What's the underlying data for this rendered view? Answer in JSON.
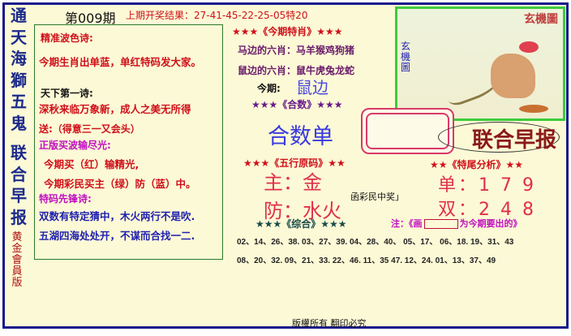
{
  "side_title_chars": [
    "通",
    "天",
    "海",
    "獅",
    "五",
    "鬼",
    "联",
    "合",
    "早",
    "报"
  ],
  "side_subtitle": "黄金會員版",
  "header": {
    "issue": "第009期",
    "last_result": "上期开奖结果：27-41-45-22-25-05特20"
  },
  "left_panel": {
    "poem1_title": "精准波色诗:",
    "poem1_text": "今期生肖出单蓝，单红特码发大家。",
    "poem2_title": "天下第一诗:",
    "poem2_line1": "深秋来临万象新，成人之美无所得",
    "poem2_line2": "送:（得意三一又会头）",
    "poem3_title": "正版买波输尽光:",
    "poem3_line1": "今期买（红）输精光,",
    "poem3_line2": "今期彩民买主（绿）防（蓝）中。",
    "poem4_title": "特码先锋诗:",
    "poem4_line1": "双数有特定猜中，木火两行不是吹.",
    "poem4_line2": "五湖四海处处开，不谋而合找一二."
  },
  "special": {
    "title": "★★★《今期特肖》★★★",
    "horse_side": "马边的六肖：马羊猴鸡狗猪",
    "rat_side": "鼠边的六肖：鼠牛虎兔龙蛇",
    "this_label": "今期:",
    "this_value": "鼠边"
  },
  "heshu": {
    "title": "★★★《合数》★★★",
    "value": "合数单"
  },
  "image_box": {
    "logo": "玄機圖",
    "vertical_label": "玄機圖"
  },
  "brand": "联合早报",
  "wuxing": {
    "title": "★★★《五行原码》★★",
    "main": "主：金",
    "guard": "防：水火",
    "note": "函彩民中奖」"
  },
  "tail": {
    "title": "★★《特尾分析》★★",
    "odd": "单：1 7 9",
    "even": "双：2 4 8"
  },
  "combo": {
    "title": "★★★《综合》★★★",
    "note_prefix": "注：《画",
    "note_suffix": "为今期要出的》",
    "row1": "02、14、26、38.  03、27、39.  04、28、40、  05、17、  06、18.  19、31、43",
    "row2": "08、20、32.  09、21、33.  22、46.  11、35 47.  12、24.  01、13、37、49"
  },
  "footer": "版權所有 翻印必究",
  "colors": {
    "border": "#1a1a8c",
    "background": "#fcf9d6",
    "red": "#d0101a",
    "blue": "#2020b0"
  }
}
